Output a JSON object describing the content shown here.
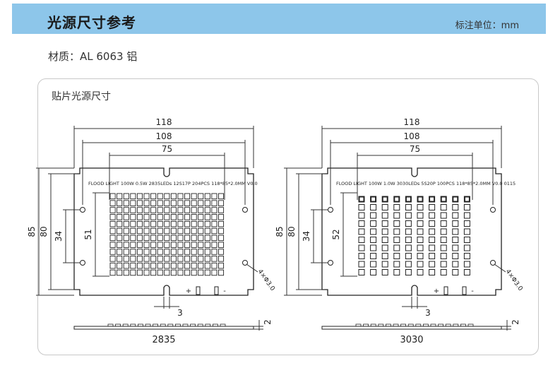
{
  "header": {
    "title": "光源尺寸参考",
    "unit_label": "标注单位：mm"
  },
  "material": "材质：AL 6063 铝",
  "section_title": "贴片光源尺寸",
  "boards": [
    {
      "label": "FLOOD LIGHT  100W  0.5W  2835LEDs  12S17P  204PCS  118*85*2.0MM  V0.0",
      "dim_width": "118",
      "dim_hole_spacing": "108",
      "dim_led_width": "75",
      "dim_height": "85",
      "dim_inner_height": "80",
      "dim_hole_vspacing": "34",
      "dim_led_height": "51",
      "dim_slot": "3",
      "dim_thickness": "2",
      "hole_note": "4×Φ3.0",
      "plus": "+",
      "minus": "-",
      "led_type": "2835",
      "led_cols": 17,
      "led_rows": 12
    },
    {
      "label": "FLOOD LIGHT  100W  1.0W  3030LEDs  5S20P  100PCS  118*85*2.0MM  V0.0  0115",
      "dim_width": "118",
      "dim_hole_spacing": "108",
      "dim_led_width": "75",
      "dim_height": "85",
      "dim_inner_height": "80",
      "dim_hole_vspacing": "34",
      "dim_led_height": "52",
      "dim_slot": "3",
      "dim_thickness": "2",
      "hole_note": "4×Φ3.0",
      "plus": "+",
      "minus": "-",
      "led_type": "3030",
      "led_cols": 10,
      "led_rows": 10
    }
  ]
}
